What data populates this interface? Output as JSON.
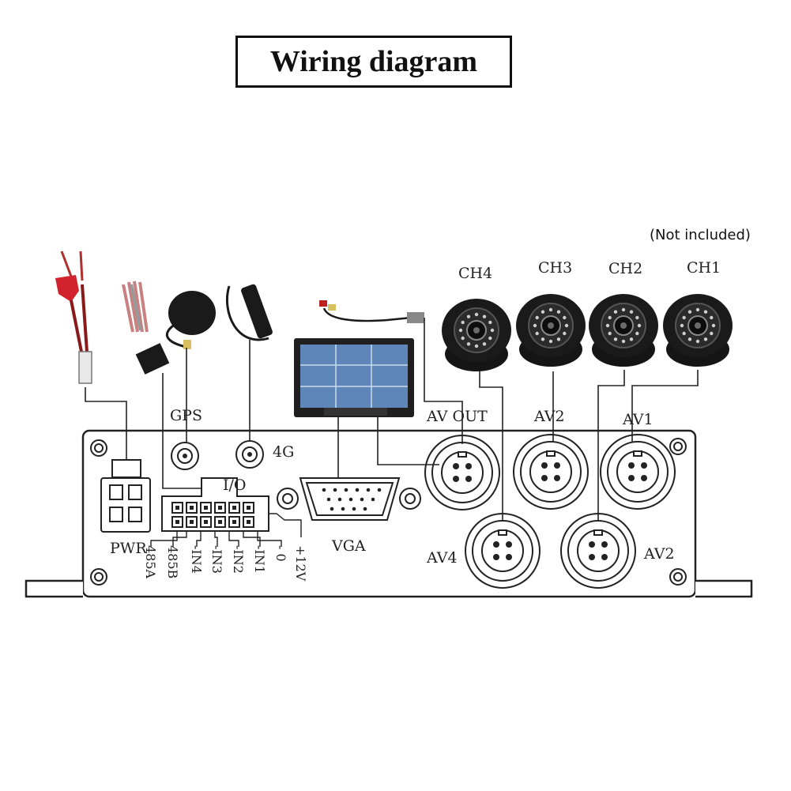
{
  "title": "Wiring diagram",
  "note": "(Not included)",
  "channels": [
    "CH4",
    "CH3",
    "CH2",
    "CH1"
  ],
  "ports": {
    "gps": "GPS",
    "cell": "4G",
    "io": "I/O",
    "pwr": "PWR",
    "vga": "VGA",
    "av_out": "AV OUT",
    "av2_top": "AV2",
    "av1": "AV1",
    "av4": "AV4",
    "av2_bottom": "AV2"
  },
  "io_pins": [
    "485A",
    "485B",
    "IN4",
    "IN3",
    "IN2",
    "IN1",
    "0",
    "+12V"
  ],
  "colors": {
    "line": "#222222",
    "camera": "#1a1a1a",
    "panel": "#ffffff"
  }
}
